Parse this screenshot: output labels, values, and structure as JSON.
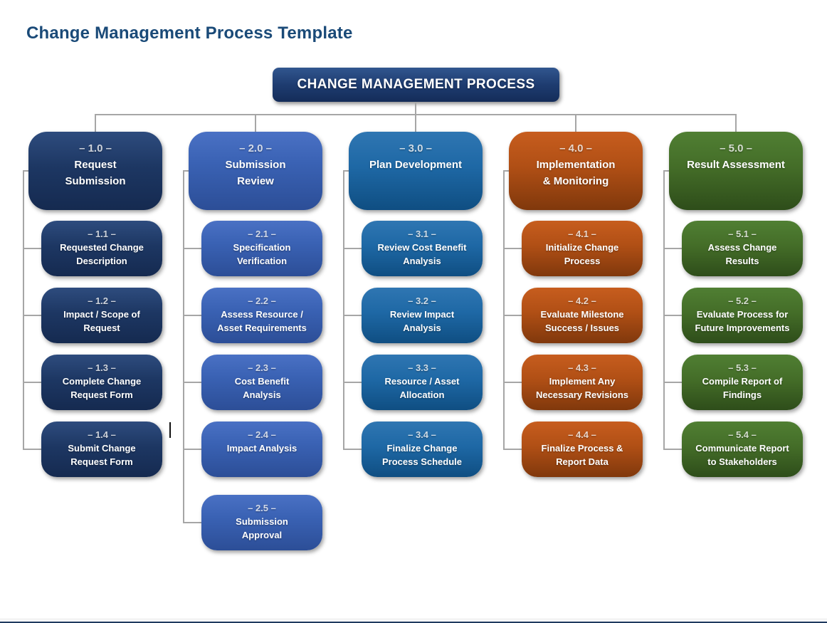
{
  "page_title": "Change Management Process Template",
  "root": {
    "label": "CHANGE MANAGEMENT PROCESS"
  },
  "colors": {
    "title_text": "#1a4a78",
    "connector": "#a6a6a6",
    "root_box": "#1e3c70",
    "column_palettes": [
      "#1d3763",
      "#3a62b4",
      "#1e68a5",
      "#b04f15",
      "#446d28"
    ]
  },
  "columns": [
    {
      "number": "– 1.0 –",
      "label": "Request\nSubmission",
      "children": [
        {
          "number": "– 1.1 –",
          "label": "Requested Change\nDescription"
        },
        {
          "number": "– 1.2 –",
          "label": "Impact / Scope of\nRequest"
        },
        {
          "number": "– 1.3 –",
          "label": "Complete Change\nRequest Form"
        },
        {
          "number": "– 1.4 –",
          "label": "Submit Change\nRequest Form"
        }
      ]
    },
    {
      "number": "– 2.0 –",
      "label": "Submission\nReview",
      "children": [
        {
          "number": "– 2.1 –",
          "label": "Specification\nVerification"
        },
        {
          "number": "– 2.2 –",
          "label": "Assess Resource /\nAsset Requirements"
        },
        {
          "number": "– 2.3 –",
          "label": "Cost Benefit\nAnalysis"
        },
        {
          "number": "– 2.4 –",
          "label": "Impact Analysis"
        },
        {
          "number": "– 2.5 –",
          "label": "Submission\nApproval"
        }
      ]
    },
    {
      "number": "– 3.0 –",
      "label": "Plan Development",
      "children": [
        {
          "number": "– 3.1 –",
          "label": "Review Cost Benefit\nAnalysis"
        },
        {
          "number": "– 3.2 –",
          "label": "Review Impact\nAnalysis"
        },
        {
          "number": "– 3.3 –",
          "label": "Resource / Asset\nAllocation"
        },
        {
          "number": "– 3.4 –",
          "label": "Finalize Change\nProcess Schedule"
        }
      ]
    },
    {
      "number": "– 4.0 –",
      "label": "Implementation\n& Monitoring",
      "children": [
        {
          "number": "– 4.1 –",
          "label": "Initialize Change\nProcess"
        },
        {
          "number": "– 4.2 –",
          "label": "Evaluate Milestone\nSuccess / Issues"
        },
        {
          "number": "– 4.3 –",
          "label": "Implement Any\nNecessary Revisions"
        },
        {
          "number": "– 4.4 –",
          "label": "Finalize Process &\nReport Data"
        }
      ]
    },
    {
      "number": "– 5.0 –",
      "label": "Result Assessment",
      "children": [
        {
          "number": "– 5.1 –",
          "label": "Assess Change\nResults"
        },
        {
          "number": "– 5.2 –",
          "label": "Evaluate Process for\nFuture Improvements"
        },
        {
          "number": "– 5.3 –",
          "label": "Compile Report of\nFindings"
        },
        {
          "number": "– 5.4 –",
          "label": "Communicate Report\nto Stakeholders"
        }
      ]
    }
  ]
}
